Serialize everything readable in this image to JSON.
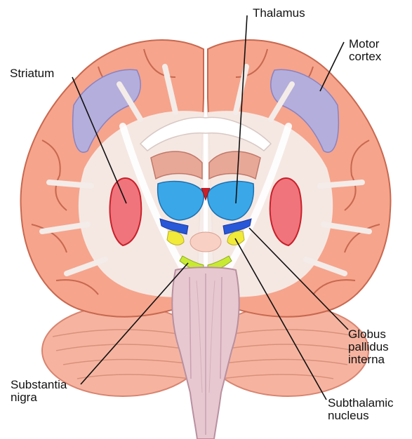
{
  "labels": {
    "thalamus": "Thalamus",
    "motor_cortex": [
      "Motor",
      "cortex"
    ],
    "striatum": "Striatum",
    "globus_pallidus_interna": [
      "Globus",
      "pallidus",
      "interna"
    ],
    "substantia_nigra": [
      "Substantia",
      "nigra"
    ],
    "subthalamic_nucleus": [
      "Subthalamic",
      "nucleus"
    ]
  },
  "colors": {
    "cortex": "#f6a48c",
    "white_matter": "#f4ece8",
    "motor_cortex": "#b4aedc",
    "striatum": "#f0747c",
    "thalamus": "#3aa8e8",
    "globus_pallidus": "#2858d8",
    "substantia_nigra": "#f2ea3a",
    "subthalamic_nucleus": "#c8ea32",
    "brainstem": "#e8c8d0",
    "cerebellum": "#f6b4a0"
  }
}
